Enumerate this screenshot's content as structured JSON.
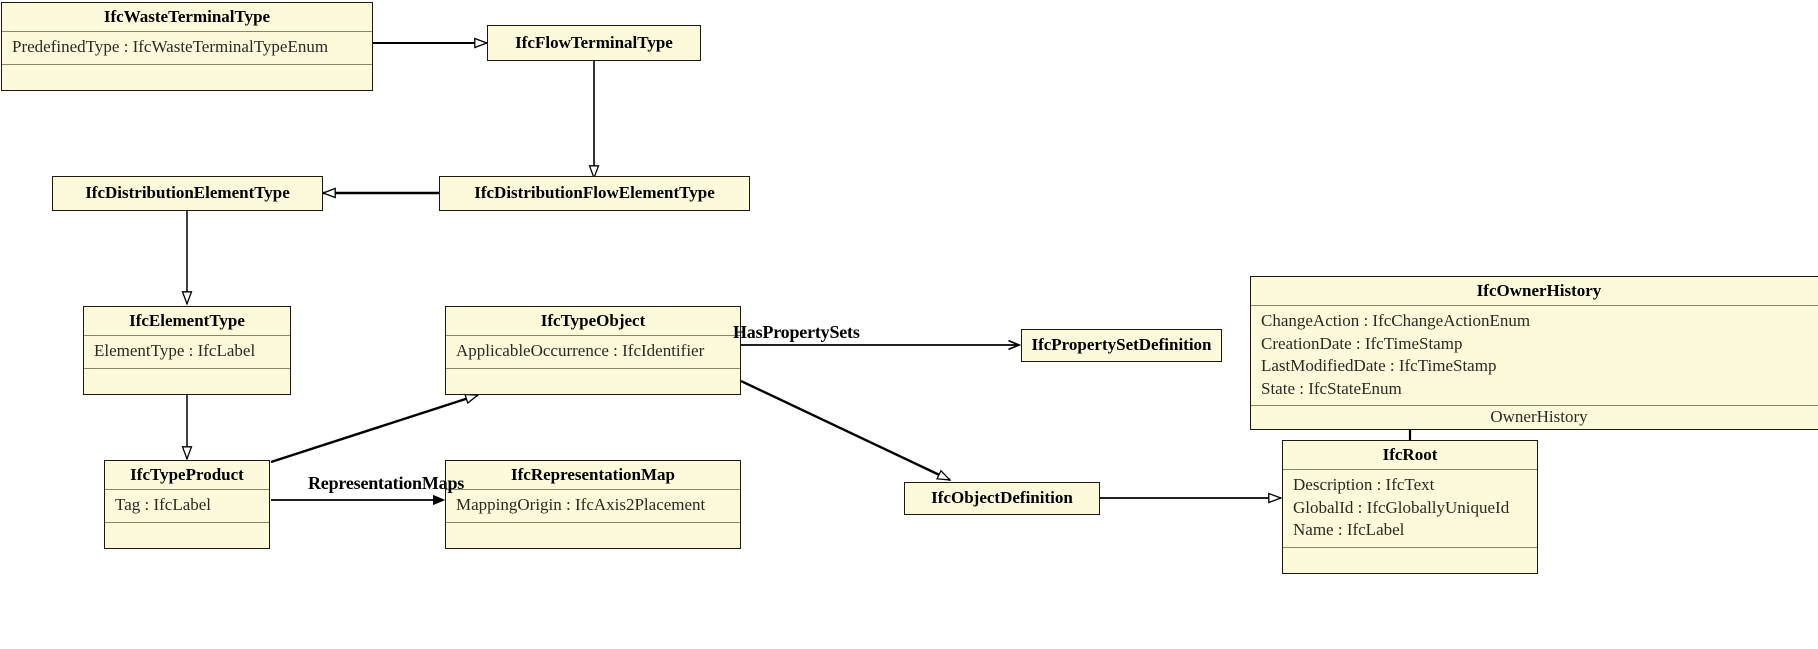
{
  "diagram": {
    "kind": "uml-class-diagram",
    "notation": "UML generalization (hollow triangle) and association (open arrow)",
    "palette": {
      "class_fill": "#fcfadb",
      "class_border": "#1a1a10",
      "compartment_rule": "#8a8860",
      "edge": "#000000",
      "background": "#ffffff"
    }
  },
  "classes": [
    {
      "id": "IfcWasteTerminalType",
      "name": "IfcWasteTerminalType",
      "attributes": [
        "PredefinedType : IfcWasteTerminalTypeEnum"
      ],
      "has_empty_compartment": true
    },
    {
      "id": "IfcFlowTerminalType",
      "name": "IfcFlowTerminalType",
      "attributes": [],
      "has_empty_compartment": false
    },
    {
      "id": "IfcDistributionElementType",
      "name": "IfcDistributionElementType",
      "attributes": [],
      "has_empty_compartment": false
    },
    {
      "id": "IfcDistributionFlowElementType",
      "name": "IfcDistributionFlowElementType",
      "attributes": [],
      "has_empty_compartment": false
    },
    {
      "id": "IfcElementType",
      "name": "IfcElementType",
      "attributes": [
        "ElementType : IfcLabel"
      ],
      "has_empty_compartment": true
    },
    {
      "id": "IfcTypeObject",
      "name": "IfcTypeObject",
      "attributes": [
        "ApplicableOccurrence : IfcIdentifier"
      ],
      "has_empty_compartment": true
    },
    {
      "id": "IfcPropertySetDefinition",
      "name": "IfcPropertySetDefinition",
      "attributes": [],
      "has_empty_compartment": false
    },
    {
      "id": "IfcOwnerHistory",
      "name": "IfcOwnerHistory",
      "attributes": [
        "ChangeAction : IfcChangeActionEnum",
        "CreationDate : IfcTimeStamp",
        "LastModifiedDate : IfcTimeStamp",
        "State : IfcStateEnum"
      ],
      "role_compartment": "OwnerHistory"
    },
    {
      "id": "IfcTypeProduct",
      "name": "IfcTypeProduct",
      "attributes": [
        "Tag : IfcLabel"
      ],
      "has_empty_compartment": true
    },
    {
      "id": "IfcRepresentationMap",
      "name": "IfcRepresentationMap",
      "attributes": [
        "MappingOrigin : IfcAxis2Placement"
      ],
      "has_empty_compartment": true
    },
    {
      "id": "IfcObjectDefinition",
      "name": "IfcObjectDefinition",
      "attributes": [],
      "has_empty_compartment": false
    },
    {
      "id": "IfcRoot",
      "name": "IfcRoot",
      "attributes": [
        "Description : IfcText",
        "GlobalId : IfcGloballyUniqueId",
        "Name : IfcLabel"
      ],
      "has_empty_compartment": true
    }
  ],
  "edges": [
    {
      "from": "IfcWasteTerminalType",
      "to": "IfcFlowTerminalType",
      "type": "generalization",
      "label": ""
    },
    {
      "from": "IfcFlowTerminalType",
      "to": "IfcDistributionFlowElementType",
      "type": "generalization",
      "label": ""
    },
    {
      "from": "IfcDistributionFlowElementType",
      "to": "IfcDistributionElementType",
      "type": "generalization",
      "label": ""
    },
    {
      "from": "IfcDistributionElementType",
      "to": "IfcElementType",
      "type": "generalization",
      "label": ""
    },
    {
      "from": "IfcElementType",
      "to": "IfcTypeProduct",
      "type": "generalization",
      "label": ""
    },
    {
      "from": "IfcTypeProduct",
      "to": "IfcTypeObject",
      "type": "generalization",
      "label": ""
    },
    {
      "from": "IfcTypeObject",
      "to": "IfcPropertySetDefinition",
      "type": "association",
      "label": "HasPropertySets"
    },
    {
      "from": "IfcTypeObject",
      "to": "IfcObjectDefinition",
      "type": "generalization",
      "label": ""
    },
    {
      "from": "IfcTypeProduct",
      "to": "IfcRepresentationMap",
      "type": "association",
      "label": "RepresentationMaps"
    },
    {
      "from": "IfcObjectDefinition",
      "to": "IfcRoot",
      "type": "generalization",
      "label": ""
    },
    {
      "from": "IfcRoot",
      "to": "IfcOwnerHistory",
      "type": "association",
      "label": "OwnerHistory"
    }
  ],
  "edge_labels": {
    "has_property_sets": "HasPropertySets",
    "representation_maps": "RepresentationMaps"
  }
}
